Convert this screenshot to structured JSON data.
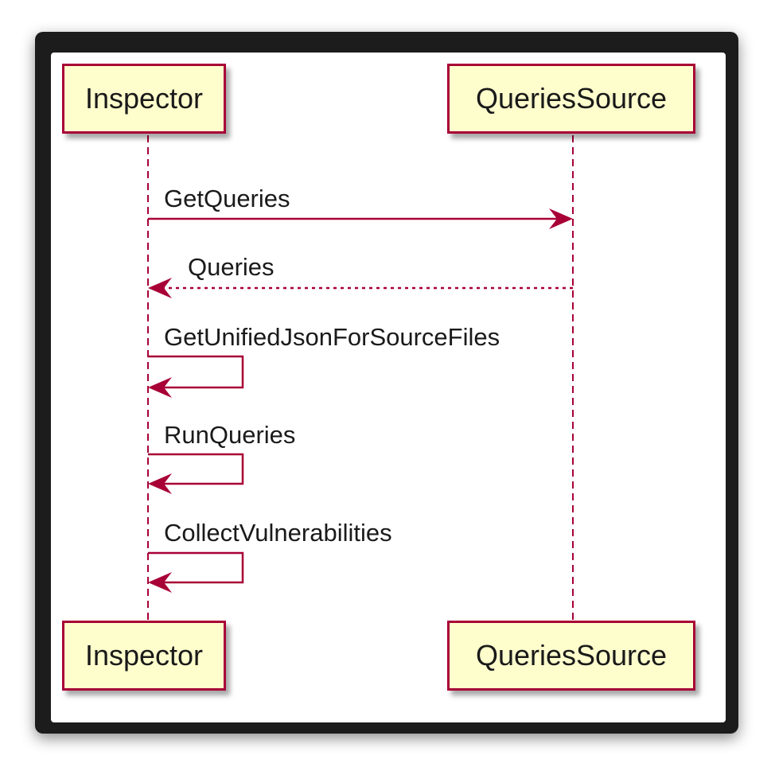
{
  "participants": {
    "left": "Inspector",
    "right": "QueriesSource"
  },
  "messages": [
    {
      "label": "GetQueries",
      "from": "Inspector",
      "to": "QueriesSource",
      "style": "solid"
    },
    {
      "label": "Queries",
      "from": "QueriesSource",
      "to": "Inspector",
      "style": "dotted"
    },
    {
      "label": "GetUnifiedJsonForSourceFiles",
      "from": "Inspector",
      "to": "Inspector",
      "style": "solid"
    },
    {
      "label": "RunQueries",
      "from": "Inspector",
      "to": "Inspector",
      "style": "solid"
    },
    {
      "label": "CollectVulnerabilities",
      "from": "Inspector",
      "to": "Inspector",
      "style": "solid"
    }
  ],
  "colors": {
    "line": "#a80036",
    "participant_fill": "#fefecd",
    "frame": "#1c1c1c"
  }
}
